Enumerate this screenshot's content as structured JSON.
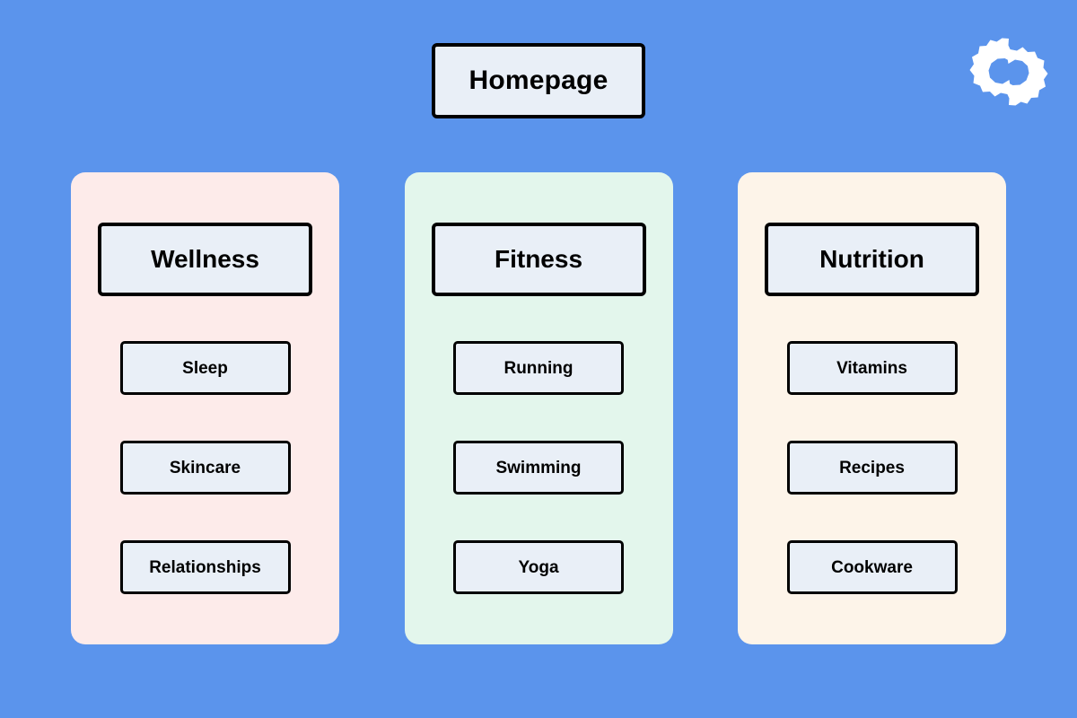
{
  "canvas": {
    "background_color": "#5b94ec",
    "node_fill_color": "#e9eff7",
    "node_border_color": "#000000"
  },
  "logo": {
    "icon": "interlocking-gears-icon",
    "color": "#ffffff"
  },
  "root": {
    "label": "Homepage"
  },
  "columns": [
    {
      "id": "wellness",
      "header": "Wellness",
      "panel_color": "#fdebea",
      "children": [
        {
          "label": "Sleep"
        },
        {
          "label": "Skincare"
        },
        {
          "label": "Relationships"
        }
      ]
    },
    {
      "id": "fitness",
      "header": "Fitness",
      "panel_color": "#e3f6ec",
      "children": [
        {
          "label": "Running"
        },
        {
          "label": "Swimming"
        },
        {
          "label": "Yoga"
        }
      ]
    },
    {
      "id": "nutrition",
      "header": "Nutrition",
      "panel_color": "#fdf4e9",
      "children": [
        {
          "label": "Vitamins"
        },
        {
          "label": "Recipes"
        },
        {
          "label": "Cookware"
        }
      ]
    }
  ]
}
